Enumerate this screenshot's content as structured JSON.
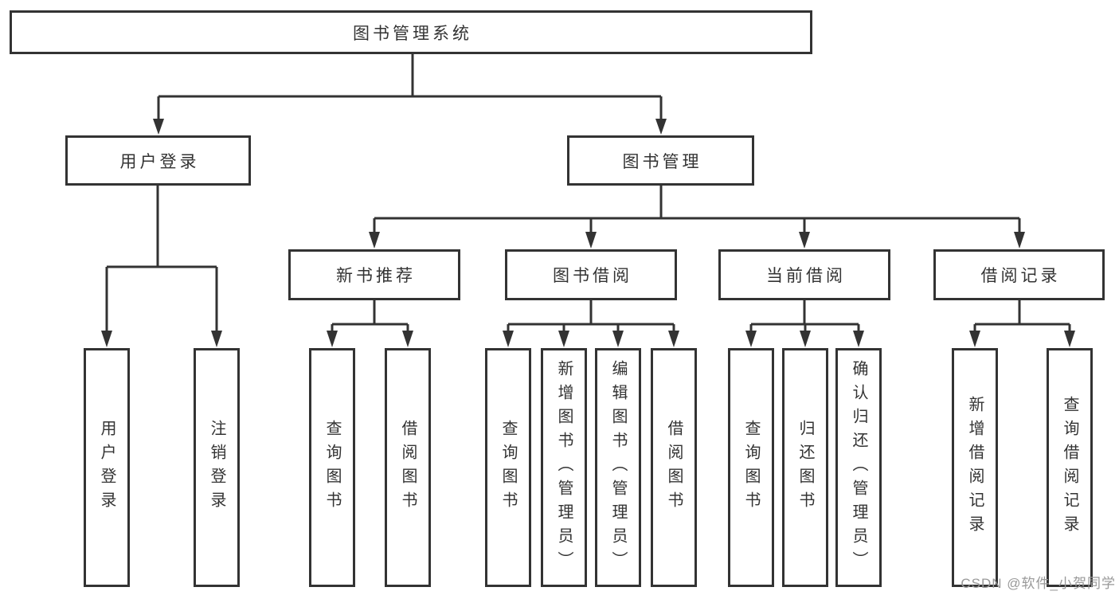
{
  "diagram": {
    "title": "图书管理系统",
    "nodes": {
      "root": {
        "label": "图书管理系统"
      },
      "user_login": {
        "label": "用户登录",
        "children": [
          "用户登录",
          "注销登录"
        ]
      },
      "book_mgmt": {
        "label": "图书管理"
      },
      "new_books": {
        "label": "新书推荐",
        "children": [
          "查询图书",
          "借阅图书"
        ]
      },
      "book_borrow": {
        "label": "图书借阅",
        "children": [
          "查询图书",
          "新增图书（管理员）",
          "编辑图书（管理员）",
          "借阅图书"
        ]
      },
      "current_borrow": {
        "label": "当前借阅",
        "children": [
          "查询图书",
          "归还图书",
          "确认归还（管理员）"
        ]
      },
      "borrow_records": {
        "label": "借阅记录",
        "children": [
          "新增借阅记录",
          "查询借阅记录"
        ]
      }
    },
    "colors": {
      "line": "#333333",
      "box_border": "#333333",
      "text": "#333333",
      "watermark": "#999999",
      "background": "#ffffff"
    }
  },
  "watermark": {
    "text": "CSDN @软件_小贺同学"
  }
}
